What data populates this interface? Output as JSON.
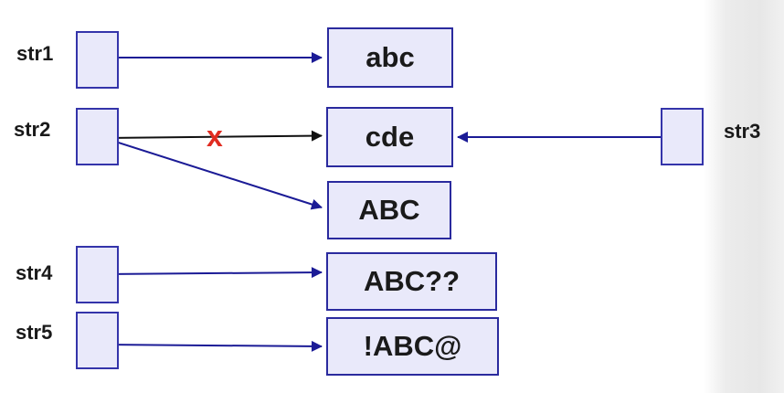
{
  "diagram": {
    "pointers": [
      {
        "id": "str1",
        "label": "str1"
      },
      {
        "id": "str2",
        "label": "str2"
      },
      {
        "id": "str3",
        "label": "str3"
      },
      {
        "id": "str4",
        "label": "str4"
      },
      {
        "id": "str5",
        "label": "str5"
      }
    ],
    "strings": [
      {
        "id": "abc",
        "text": "abc"
      },
      {
        "id": "cde",
        "text": "cde"
      },
      {
        "id": "ABC",
        "text": "ABC"
      },
      {
        "id": "ABCqq",
        "text": "ABC??"
      },
      {
        "id": "bABCa",
        "text": "!ABC@"
      }
    ],
    "cross_label": "x",
    "edges": [
      {
        "from": "str1",
        "to": "abc",
        "style": "blue-arrow"
      },
      {
        "from": "str2",
        "to": "cde",
        "style": "black-arrow-crossed-out"
      },
      {
        "from": "str2",
        "to": "ABC",
        "style": "blue-arrow"
      },
      {
        "from": "str3",
        "to": "cde",
        "style": "blue-arrow"
      },
      {
        "from": "str4",
        "to": "ABC??",
        "style": "blue-arrow"
      },
      {
        "from": "str5",
        "to": "!ABC@",
        "style": "blue-arrow"
      }
    ],
    "colors": {
      "box_fill": "#e9e9fa",
      "box_border": "#2a2a9e",
      "arrow_blue": "#1b1b96",
      "arrow_black": "#111111",
      "cross_red": "#e02b20",
      "text": "#1a1a1a"
    }
  }
}
